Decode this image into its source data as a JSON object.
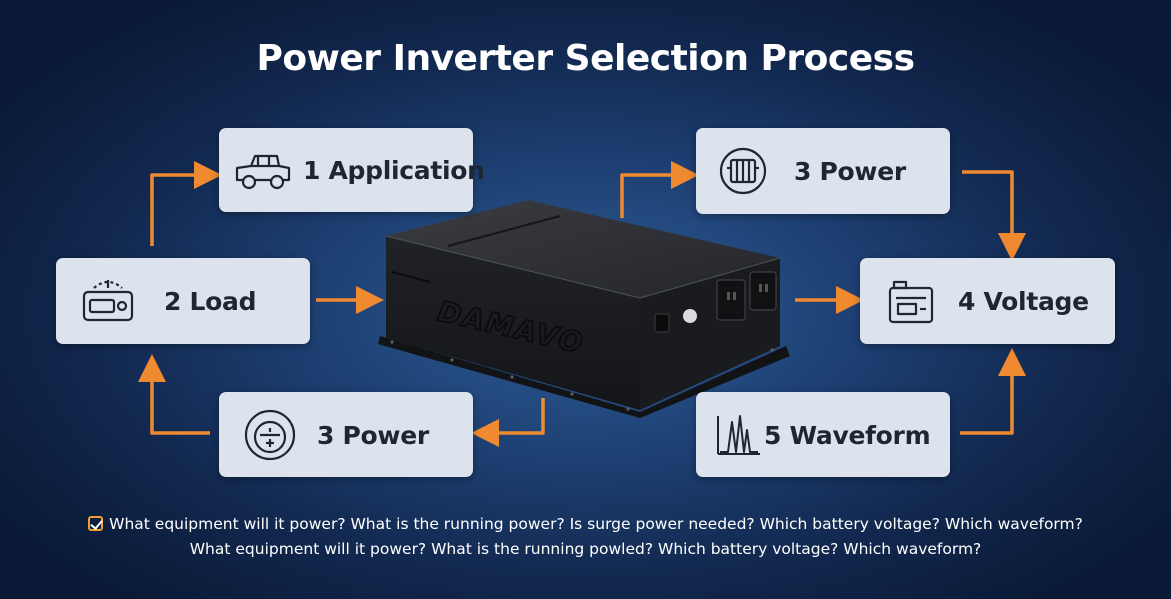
{
  "title": "Power Inverter Selection Process",
  "brand": "DAMAVO",
  "steps": [
    {
      "label": "1 Application",
      "icon": "jeep-icon"
    },
    {
      "label": "2 Load",
      "icon": "appliance-icon"
    },
    {
      "label": "3 Power",
      "icon": "engine-icon"
    },
    {
      "label": "4 Voltage",
      "icon": "battery-icon"
    },
    {
      "label": "3 Power",
      "icon": "gauge-icon"
    },
    {
      "label": "5 Waveform",
      "icon": "waveform-icon"
    }
  ],
  "notes": [
    "What equipment will it power? What is the running power? Is surge power needed? Which battery voltage? Which waveform?",
    "What equipment will it power? What is the running powled? Which battery voltage? Which waveform?"
  ],
  "colors": {
    "arrow": "#f08a30",
    "card": "#dde3ec",
    "background": "#1d3f72",
    "device": "#1c1d20"
  }
}
